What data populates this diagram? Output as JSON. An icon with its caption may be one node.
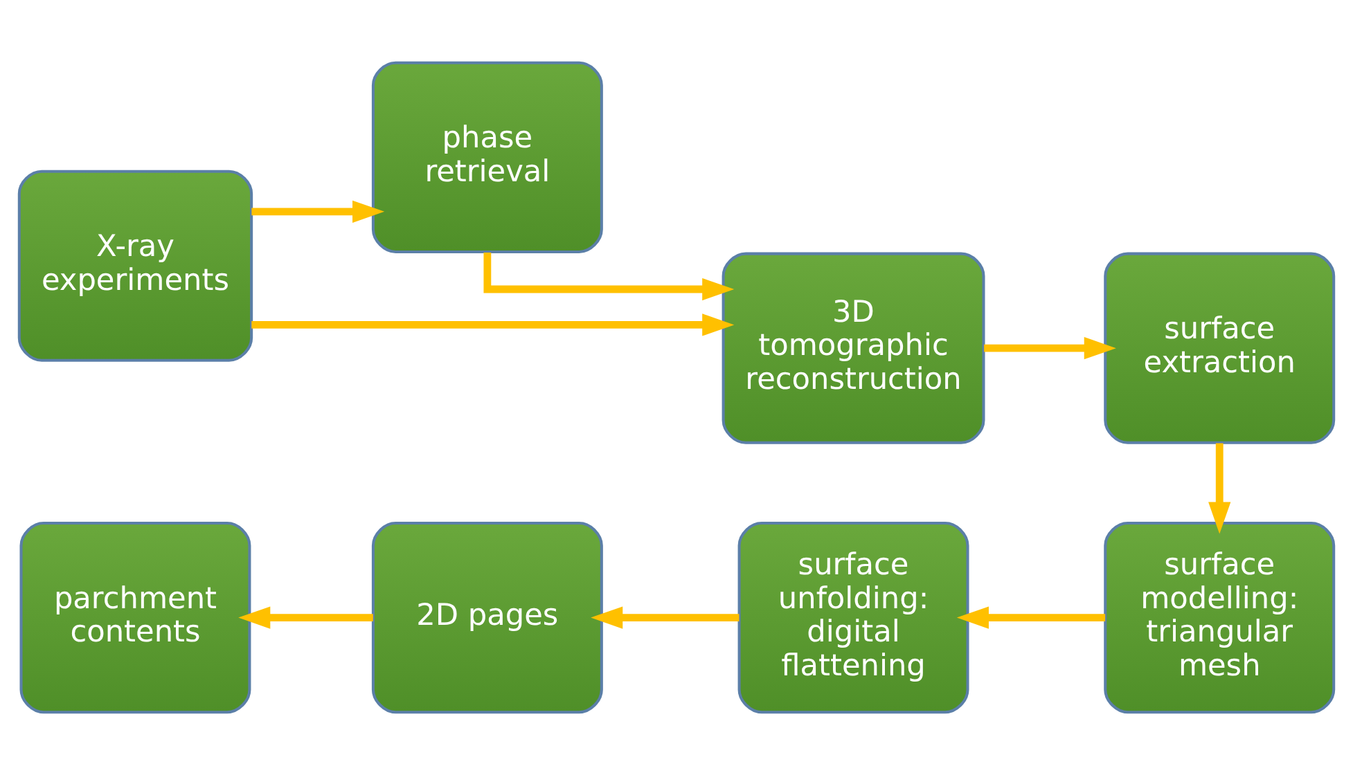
{
  "diagram": {
    "nodes": [
      {
        "text": [
          "X-ray experiments"
        ]
      },
      {
        "text": [
          "phase retrieval"
        ]
      },
      {
        "text": [
          "3D tomographic reconstruction"
        ]
      },
      {
        "text": [
          "surface extraction"
        ]
      },
      {
        "text": [
          "surface modelling: triangular mesh"
        ]
      },
      {
        "text": [
          "surface unfolding: digital flattening"
        ]
      },
      {
        "text": [
          "2D pages"
        ]
      },
      {
        "text": [
          "parchment contents"
        ]
      }
    ],
    "edges": [
      {
        "from": 0,
        "to": 1,
        "arrow": "to"
      },
      {
        "from": 1,
        "to": 2,
        "arrow": "to"
      },
      {
        "from": 0,
        "to": 2,
        "arrow": "to"
      },
      {
        "from": 2,
        "to": 3,
        "arrow": "to"
      },
      {
        "from": 3,
        "to": 4,
        "arrow": "to"
      },
      {
        "from": 4,
        "to": 5,
        "arrow": "to"
      },
      {
        "from": 5,
        "to": 6,
        "arrow": "to"
      },
      {
        "from": 6,
        "to": 7,
        "arrow": "to"
      }
    ]
  }
}
